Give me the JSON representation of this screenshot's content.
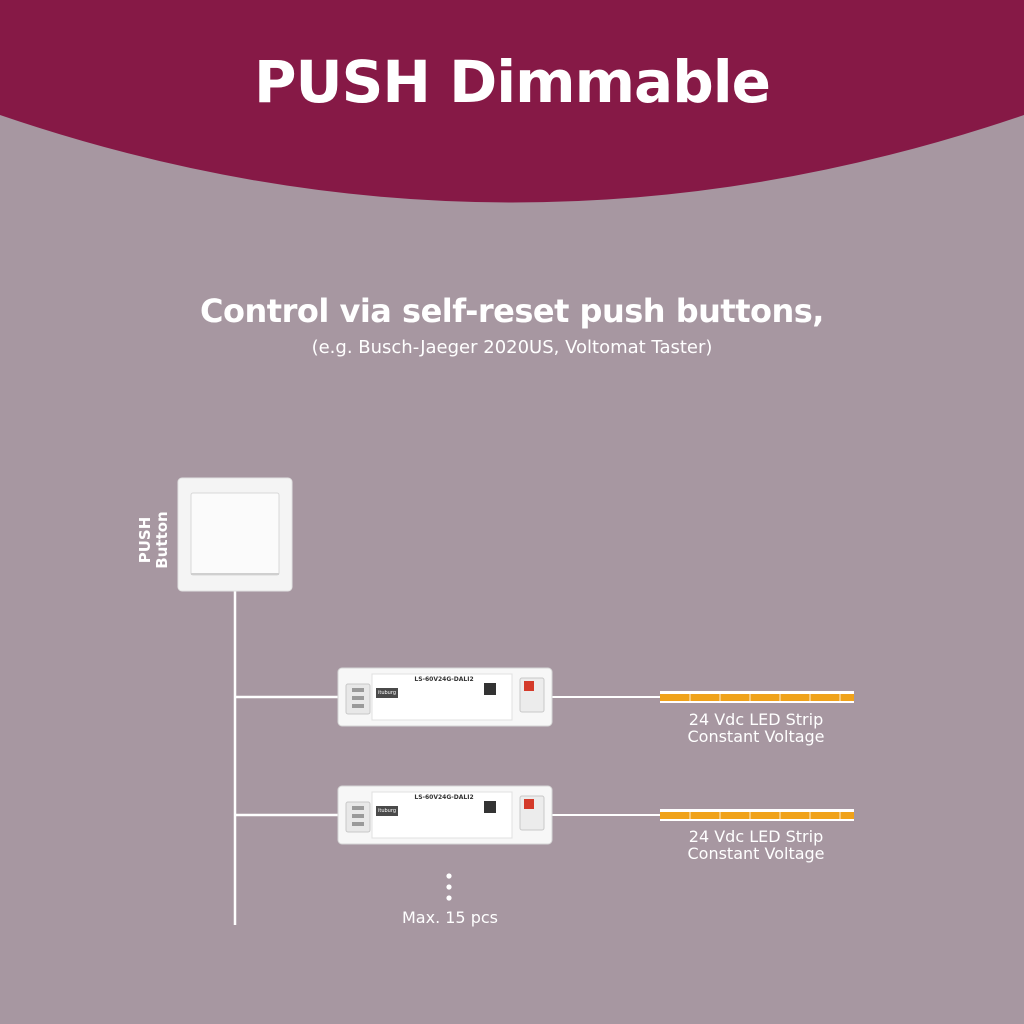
{
  "header": {
    "title": "PUSH Dimmable",
    "color": "#861946"
  },
  "background": "#a797a1",
  "intro": {
    "headline": "Control via self-reset push buttons,",
    "note": "(e.g. Busch-Jaeger 2020US, Voltomat Taster)"
  },
  "push_button": {
    "label_line1": "PUSH",
    "label_line2": "Button"
  },
  "drivers": [
    {
      "model": "LS-60V24G-DALI2",
      "brand": "ituburg"
    },
    {
      "model": "LS-60V24G-DALI2",
      "brand": "ituburg"
    }
  ],
  "strips": [
    {
      "line1": "24 Vdc LED Strip",
      "line2": "Constant Voltage",
      "color": "#f0a21a"
    },
    {
      "line1": "24 Vdc LED Strip",
      "line2": "Constant Voltage",
      "color": "#f0a21a"
    }
  ],
  "max_note": "Max. 15 pcs"
}
